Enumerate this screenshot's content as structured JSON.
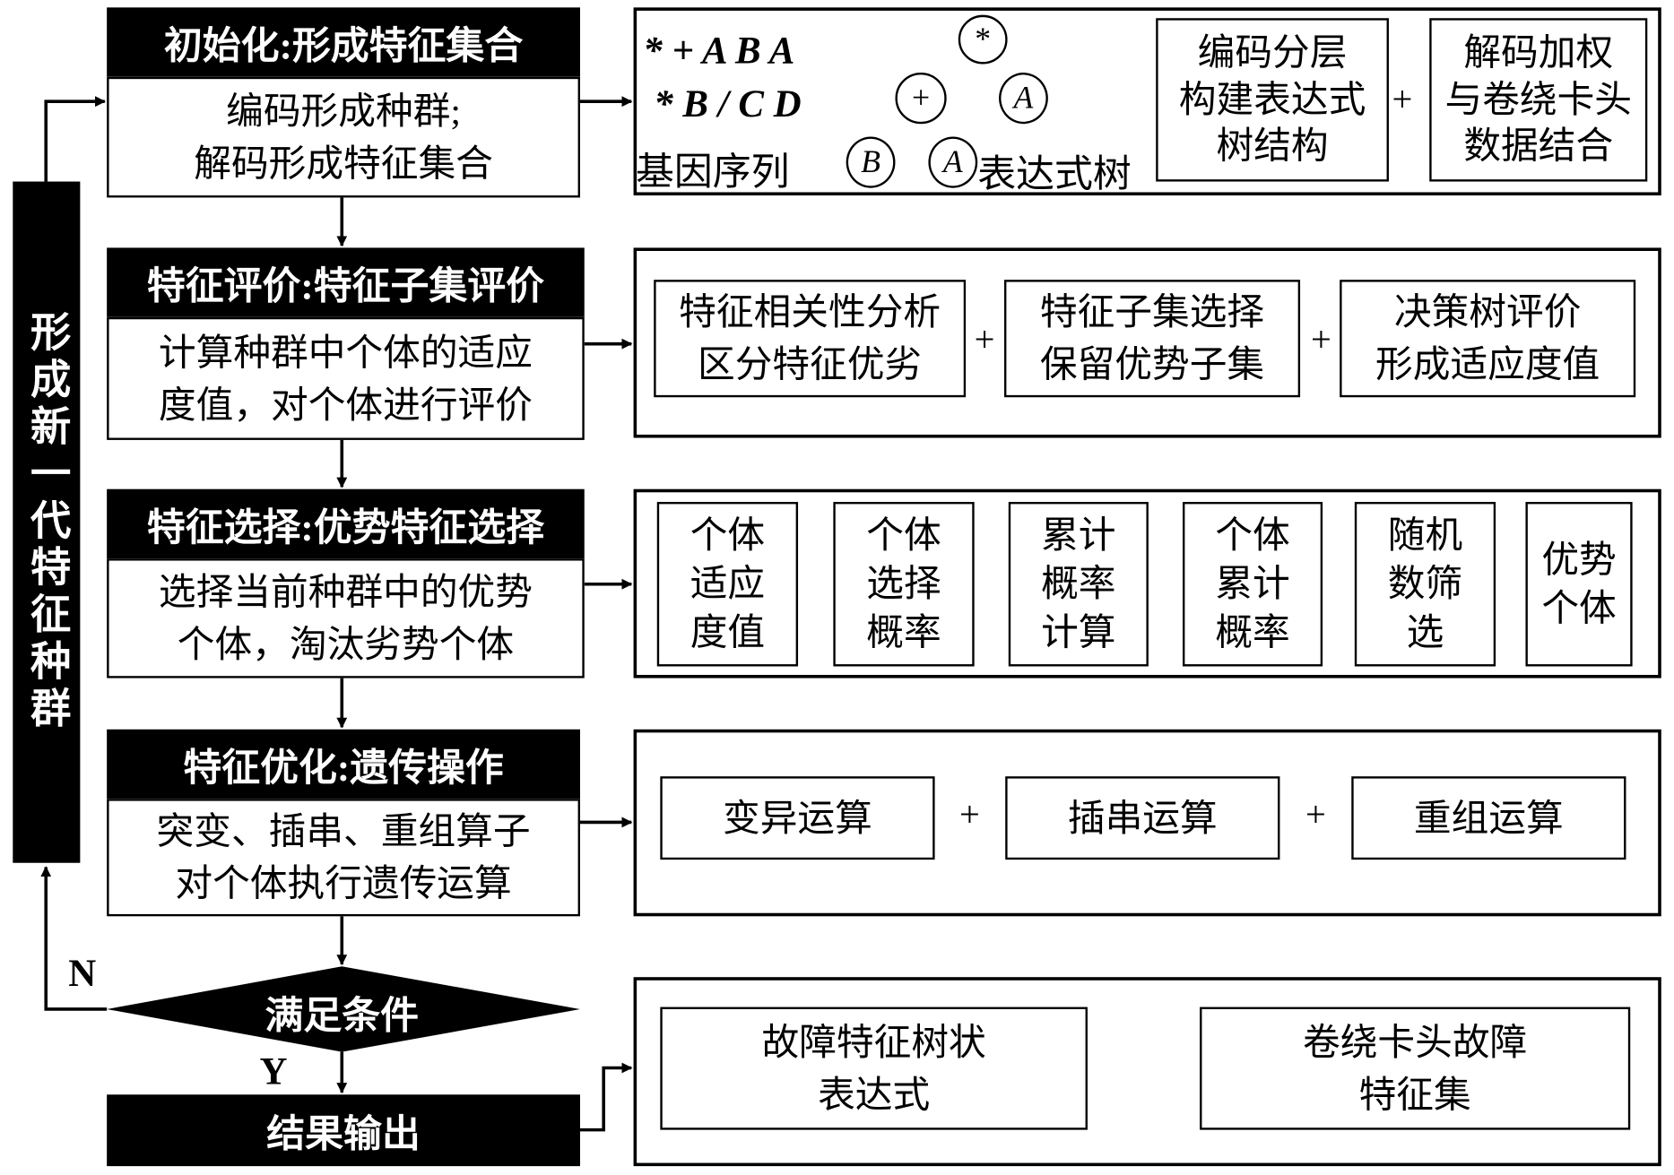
{
  "side_bar": "形成新一代特征种群",
  "labels": {
    "no": "N",
    "yes": "Y"
  },
  "steps": [
    {
      "header": "初始化:形成特征集合",
      "body": [
        "编码形成种群;",
        "解码形成特征集合"
      ]
    },
    {
      "header": "特征评价:特征子集评价",
      "body": [
        "计算种群中个体的适应",
        "度值，对个体进行评价"
      ]
    },
    {
      "header": "特征选择:优势特征选择",
      "body": [
        "选择当前种群中的优势",
        "个体，淘汰劣势个体"
      ]
    },
    {
      "header": "特征优化:遗传操作",
      "body": [
        "突变、插串、重组算子",
        "对个体执行遗传运算"
      ]
    }
  ],
  "decision": "满足条件",
  "output": "结果输出",
  "panel1": {
    "gene_line1": "* + A B A",
    "gene_line2": "* B / C D",
    "gene_label": "基因序列",
    "tree_label": "表达式树",
    "tree_nodes": [
      "*",
      "+",
      "A",
      "B",
      "A"
    ],
    "box1": [
      "编码分层",
      "构建表达式",
      "树结构"
    ],
    "plus": "+",
    "box2": [
      "解码加权",
      "与卷绕卡头",
      "数据结合"
    ]
  },
  "panel2": {
    "boxes": [
      [
        "特征相关性分析",
        "区分特征优劣"
      ],
      [
        "特征子集选择",
        "保留优势子集"
      ],
      [
        "决策树评价",
        "形成适应度值"
      ]
    ],
    "plus": "+"
  },
  "panel3": {
    "boxes": [
      [
        "个体",
        "适应",
        "度值"
      ],
      [
        "个体",
        "选择",
        "概率"
      ],
      [
        "累计",
        "概率",
        "计算"
      ],
      [
        "个体",
        "累计",
        "概率"
      ],
      [
        "随机",
        "数筛",
        "选"
      ],
      [
        "优势",
        "个体"
      ]
    ]
  },
  "panel4": {
    "boxes": [
      "变异运算",
      "插串运算",
      "重组运算"
    ],
    "plus": "+"
  },
  "panel5": {
    "boxes": [
      [
        "故障特征树状",
        "表达式"
      ],
      [
        "卷绕卡头故障",
        "特征集"
      ]
    ]
  }
}
